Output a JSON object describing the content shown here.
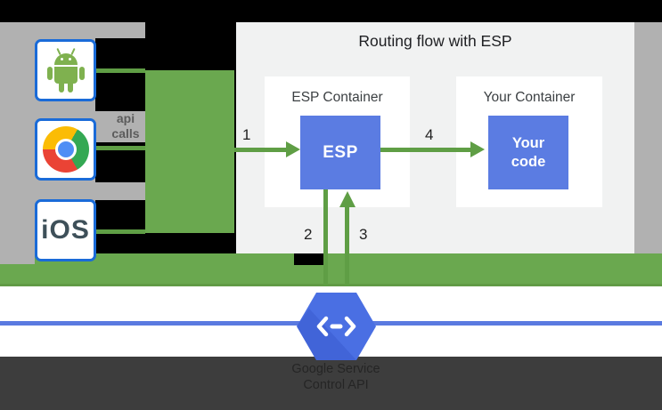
{
  "diagram": {
    "title": "Routing flow with ESP",
    "api_calls_label": {
      "line1": "api",
      "line2": "calls"
    },
    "clients": [
      {
        "id": "android",
        "icon": "android-icon"
      },
      {
        "id": "chrome",
        "icon": "chrome-icon"
      },
      {
        "id": "ios",
        "label": "iOS"
      }
    ],
    "esp_container": {
      "title": "ESP Container",
      "box_label": "ESP"
    },
    "your_container": {
      "title": "Your Container",
      "box_line1": "Your",
      "box_line2": "code"
    },
    "flow_steps": {
      "step1": "1",
      "step2": "2",
      "step3": "3",
      "step4": "4"
    },
    "service": {
      "icon": "cloud-endpoints-hexagon-icon",
      "name_line1": "Google Service",
      "name_line2": "Control API"
    }
  },
  "colors": {
    "green_block": "#6aa84f",
    "green_arrow": "#5f9e45",
    "blue_box": "#5b7ce2",
    "hexagon_blue": "#4a6fe3",
    "connector_line_blue": "#5a7ae0",
    "gray_background": "#b1b1b1",
    "panel_background": "#f1f2f2",
    "dark_bar": "#3d3d3d",
    "client_border_blue": "#1a6bd8"
  }
}
